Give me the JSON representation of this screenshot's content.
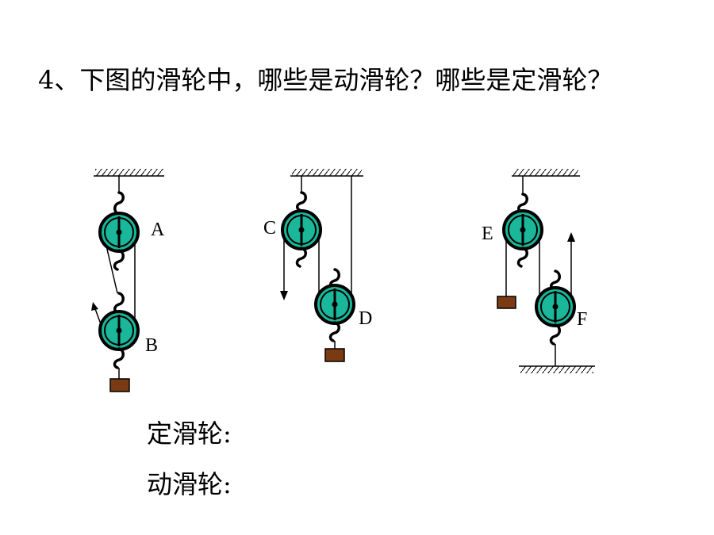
{
  "question": {
    "text": "4、下图的滑轮中，哪些是动滑轮？哪些是定滑轮？"
  },
  "labels": {
    "A": "A",
    "B": "B",
    "C": "C",
    "D": "D",
    "E": "E",
    "F": "F"
  },
  "answers": {
    "fixed_label": "定滑轮:",
    "movable_label": "动滑轮:"
  },
  "colors": {
    "pulley_rim": "#000000",
    "pulley_disk": "#1ab79a",
    "weight": "#7a3b12",
    "line": "#000000"
  }
}
